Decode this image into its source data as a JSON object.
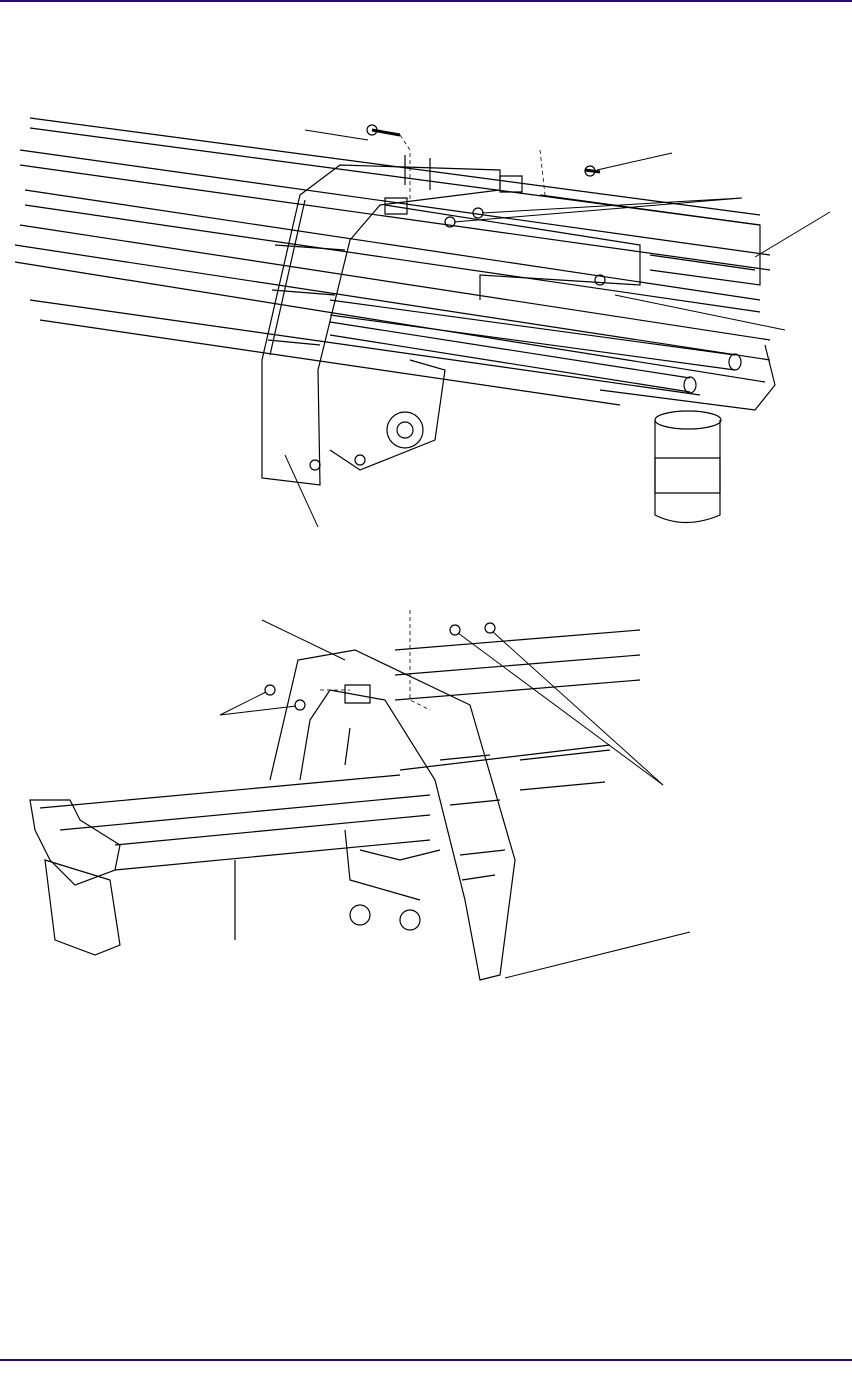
{
  "page": {
    "rule_color": "#2a0a6e",
    "line_color": "#000000",
    "background": "#ffffff"
  },
  "figures": [
    {
      "type": "exploded-assembly-illustration",
      "callouts": 7
    },
    {
      "type": "exploded-assembly-illustration",
      "callouts": 4
    }
  ]
}
